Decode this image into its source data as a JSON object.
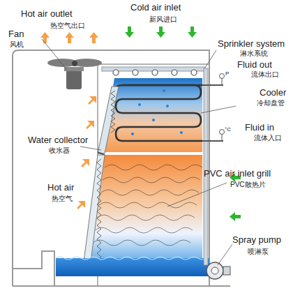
{
  "diagram": {
    "labels": [
      "Hot air outlet",
      "热空气出口",
      "Cold air inlet",
      "新风进口",
      "Fan",
      "风机",
      "Sprinkler system",
      "淋水系统",
      "Fluid out",
      "流体出口",
      "P",
      "Cooler",
      "冷却盘管",
      "°C",
      "Fluid in",
      "流体入口",
      "Water collector",
      "收水器",
      "PVC air inlet grill",
      "PVC散热片",
      "Hot air",
      "热空气",
      "Spray pump",
      "喷淋泵"
    ]
  }
}
